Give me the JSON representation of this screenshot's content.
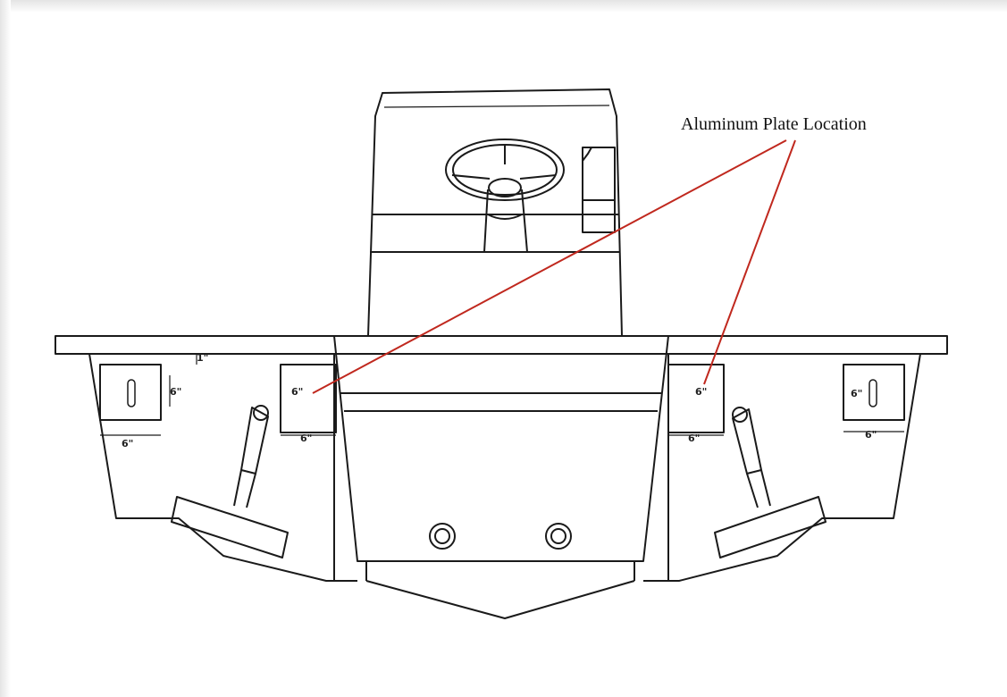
{
  "callout": {
    "label": "Aluminum Plate Location"
  },
  "dimensions": {
    "top_left": "1\"",
    "l1_side": "6\"",
    "l1_bottom": "6\"",
    "l2_side": "6\"",
    "l2_bottom": "6\"",
    "r1_side": "6\"",
    "r1_bottom": "6\"",
    "r2_side": "6\"",
    "r2_bottom": "6\""
  },
  "colors": {
    "line": "#1a1a1a",
    "leader": "#c0281e"
  }
}
